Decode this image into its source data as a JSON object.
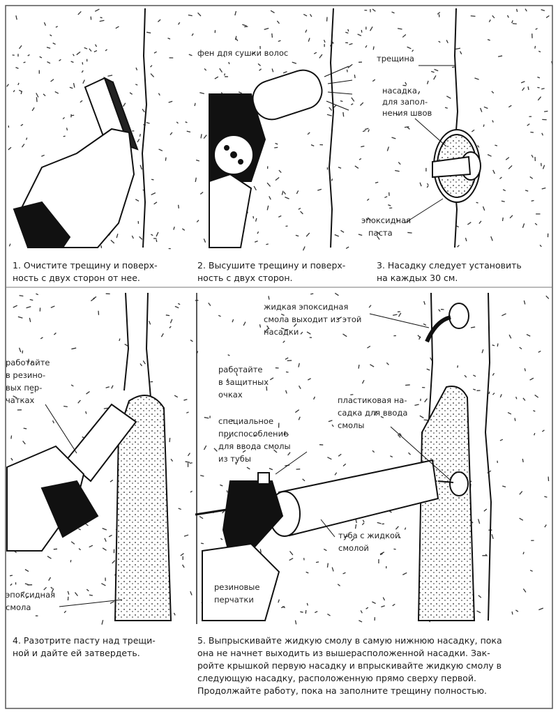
{
  "panels": [
    {
      "id": 1,
      "caption": [
        "1. Очистите трещину и поверх-",
        "ность с двух сторон от нее."
      ],
      "labels": []
    },
    {
      "id": 2,
      "caption": [
        "2. Высушите трещину и поверх-",
        "ность с двух сторон."
      ],
      "labels": [
        "фен для сушки волос"
      ]
    },
    {
      "id": 3,
      "caption": [
        "3. Насадку следует установить",
        "на каждых 30 см."
      ],
      "labels": [
        "трещина",
        "насадка",
        "для запол-",
        "нения швов",
        "эпоксидная",
        "паста"
      ]
    },
    {
      "id": 4,
      "caption": [
        "4. Разотрите пасту над трещи-",
        "ной и дайте ей затвердеть."
      ],
      "labels": [
        "работайте",
        "в резино-",
        "вых пер-",
        "чатках",
        "эпоксидная",
        "смола"
      ]
    },
    {
      "id": 5,
      "caption": [
        "5. Выпрыскивайте жидкую смолу в самую нижнюю насадку, пока",
        "она не начнет выходить из вышерасположенной насадки. Зак-",
        "ройте крышкой первую насадку и впрыскивайте жидкую смолу в",
        "следующую насадку, расположенную прямо сверху первой.",
        "Продолжайте работу, пока на заполните трещину полностью."
      ],
      "labels": [
        "жидкая эпоксидная",
        "смола выходит из этой",
        "насадки",
        "работайте",
        "в защитных",
        "очках",
        "пластиковая на-",
        "садка для ввода",
        "смолы",
        "специальное",
        "приспособление",
        "для ввода смолы",
        "из тубы",
        "туба с жидкой",
        "смолой",
        "резиновые",
        "перчатки"
      ]
    }
  ]
}
